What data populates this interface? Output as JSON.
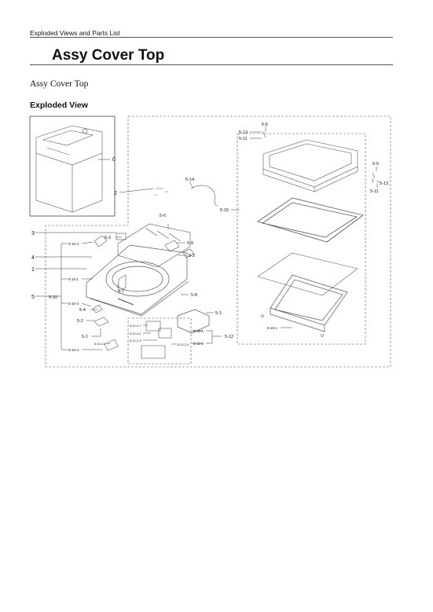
{
  "header": {
    "section_label": "Exploded Views and Parts List"
  },
  "page_title": "Assy Cover Top",
  "subtitle": "Assy Cover Top",
  "section_heading": "Exploded View",
  "callouts": {
    "c0": "0",
    "c2": "2",
    "c3": "3",
    "c4": "4",
    "c1": "1",
    "c5": "5",
    "c5_10": "5-10",
    "c5_10_2": "5-10-2",
    "c5_10_1": "5-10-1",
    "c5_10_3": "5-10-3",
    "c5_10_4": "5-10-4",
    "c5_10_4_1": "5-10-4-1",
    "c5_3a": "5-3",
    "c5_3b": "5-3",
    "c5_6": "5-6",
    "c5_9": "5-9",
    "c5_7": "5-7",
    "c5_8": "5-8",
    "c5_4": "5-4",
    "c5_2": "5-2",
    "c5_1a": "5-1",
    "c5_1b": "5-1",
    "c5_12": "5-12",
    "c5_12_1": "5-12-1",
    "c5_12_2": "5-12-2",
    "c5_12_2_1": "5-12-2-1",
    "c5_12_2_2": "5-12-2-2",
    "c5_12_2_3": "5-12-2-3",
    "c5_12_2_4": "5-12-2-4",
    "c5_14": "5-14",
    "c5_15": "5-15",
    "c5_15_1": "5-15-1",
    "c5_13a": "5-13",
    "c5_11a": "5-11",
    "c5_5a": "5-5",
    "c5_5b": "5-5",
    "c5_13b": "5-13",
    "c5_11b": "5-11"
  }
}
